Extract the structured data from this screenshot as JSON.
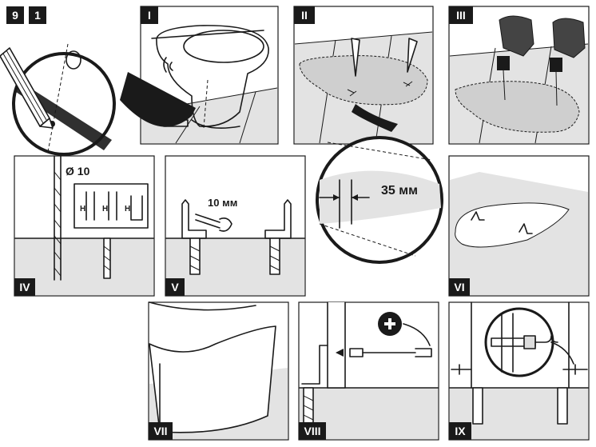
{
  "header": {
    "figure_number": "9",
    "step_number": "1"
  },
  "panels": [
    {
      "id": "I",
      "label": "I"
    },
    {
      "id": "II",
      "label": "II"
    },
    {
      "id": "III",
      "label": "III"
    },
    {
      "id": "IV",
      "label": "IV",
      "annotation": "Ø 10",
      "anchor_letters": [
        "H",
        "H",
        "H"
      ]
    },
    {
      "id": "V",
      "label": "V",
      "annotation": "10 мм"
    },
    {
      "id": "VI",
      "label": "VI"
    },
    {
      "id": "VII",
      "label": "VII"
    },
    {
      "id": "VIII",
      "label": "VIII"
    },
    {
      "id": "IX",
      "label": "IX"
    }
  ],
  "callouts": {
    "distance": "35 мм"
  }
}
